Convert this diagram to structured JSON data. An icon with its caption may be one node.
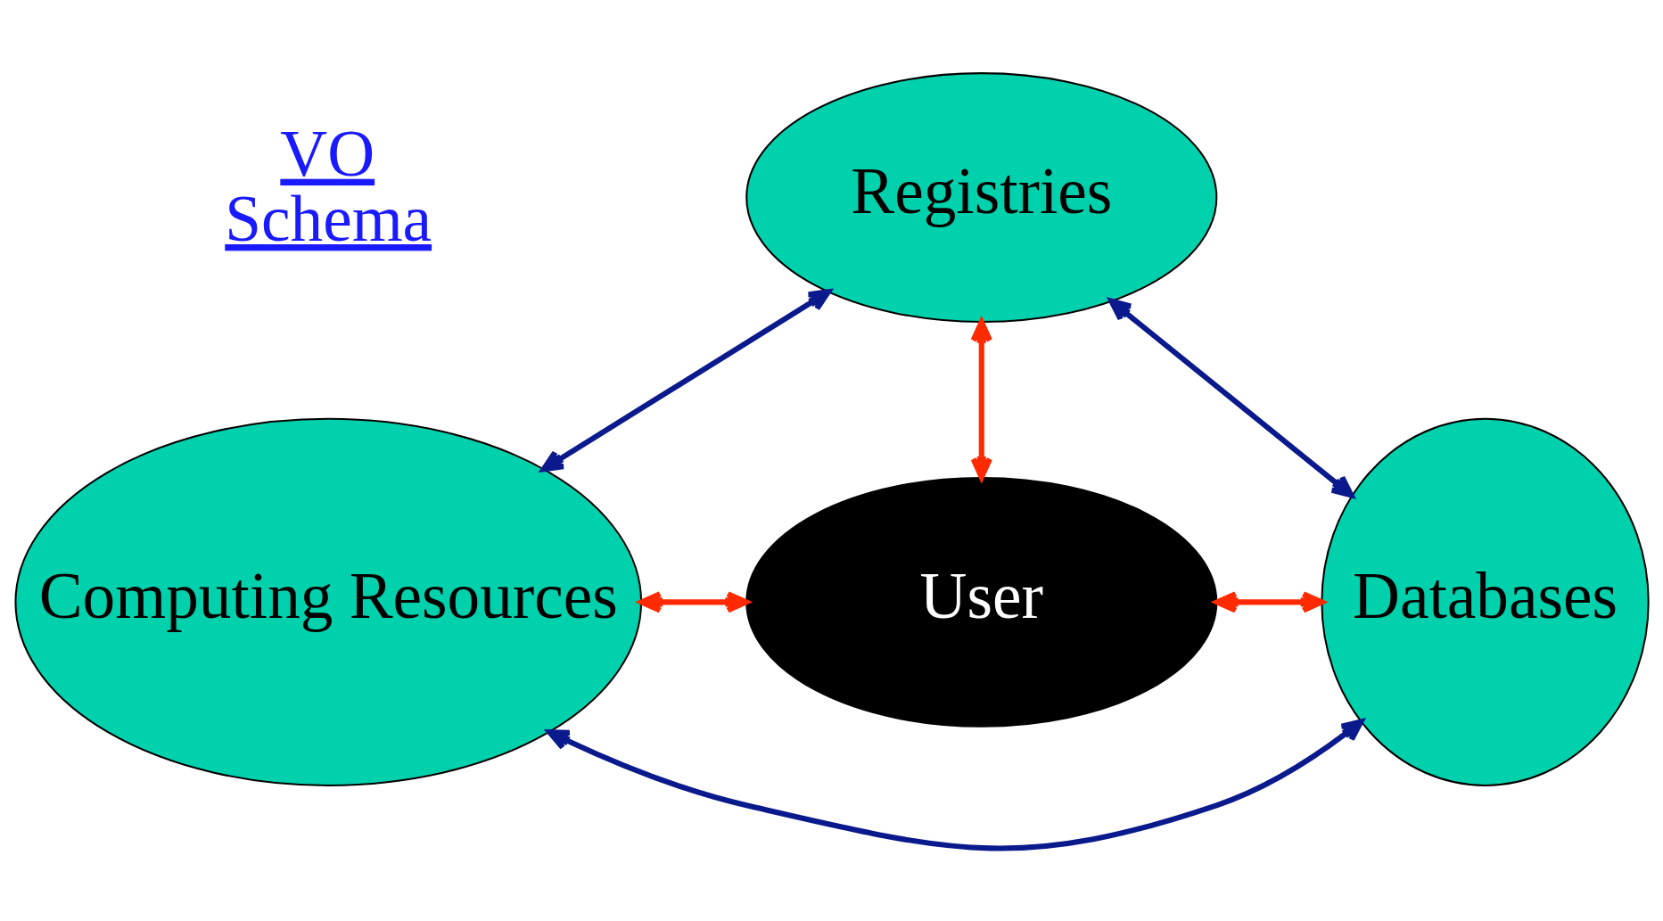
{
  "diagram": {
    "nodes": [
      {
        "text": [
          "Registries"
        ]
      },
      {
        "text": [
          "Computing Resources"
        ]
      },
      {
        "text": [
          "Databases"
        ]
      },
      {
        "text": [
          "User"
        ]
      }
    ],
    "edges": [
      {
        "from": 1,
        "to": 0,
        "arrow": "both",
        "color": "#0a1a8c"
      },
      {
        "from": 0,
        "to": 2,
        "arrow": "both",
        "color": "#0a1a8c"
      },
      {
        "from": 1,
        "to": 2,
        "arrow": "both",
        "color": "#0a1a8c"
      },
      {
        "from": 0,
        "to": 3,
        "arrow": "both",
        "color": "#ff2a00"
      },
      {
        "from": 1,
        "to": 3,
        "arrow": "both",
        "color": "#ff2a00"
      },
      {
        "from": 2,
        "to": 3,
        "arrow": "both",
        "color": "#ff2a00"
      }
    ],
    "labels": [
      "VO Schema"
    ]
  }
}
